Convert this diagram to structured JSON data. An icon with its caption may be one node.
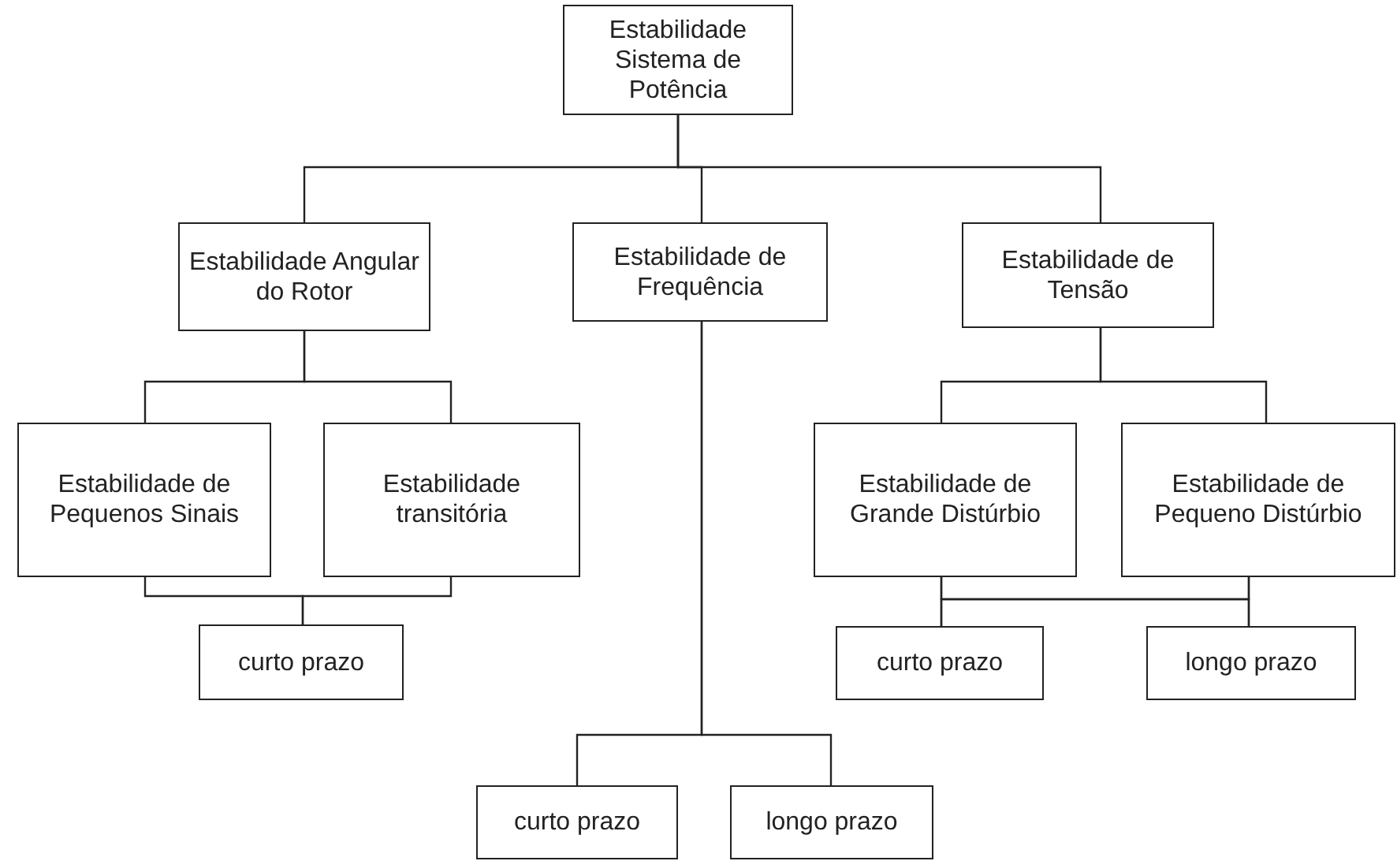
{
  "diagram": {
    "nodes": [
      {
        "text": [
          "Estabilidade Sistema de Potência"
        ]
      },
      {
        "text": [
          "Estabilidade Angular do Rotor"
        ]
      },
      {
        "text": [
          "Estabilidade de Frequência"
        ]
      },
      {
        "text": [
          "Estabilidade de Tensão"
        ]
      },
      {
        "text": [
          "Estabilidade de Pequenos Sinais"
        ]
      },
      {
        "text": [
          "Estabilidade transitória"
        ]
      },
      {
        "text": [
          "curto prazo"
        ]
      },
      {
        "text": [
          "Estabilidade de Grande Distúrbio"
        ]
      },
      {
        "text": [
          "Estabilidade de Pequeno Distúrbio"
        ]
      },
      {
        "text": [
          "curto prazo"
        ]
      },
      {
        "text": [
          "longo prazo"
        ]
      },
      {
        "text": [
          "curto prazo"
        ]
      },
      {
        "text": [
          "longo prazo"
        ]
      }
    ],
    "edges": [
      {
        "from": 0,
        "to": 1,
        "arrow": "none"
      },
      {
        "from": 0,
        "to": 2,
        "arrow": "none"
      },
      {
        "from": 0,
        "to": 3,
        "arrow": "none"
      },
      {
        "from": 1,
        "to": 4,
        "arrow": "none"
      },
      {
        "from": 1,
        "to": 5,
        "arrow": "none"
      },
      {
        "from": 4,
        "to": 6,
        "arrow": "none"
      },
      {
        "from": 5,
        "to": 6,
        "arrow": "none"
      },
      {
        "from": 3,
        "to": 7,
        "arrow": "none"
      },
      {
        "from": 3,
        "to": 8,
        "arrow": "none"
      },
      {
        "from": 7,
        "to": 9,
        "arrow": "none"
      },
      {
        "from": 7,
        "to": 10,
        "arrow": "none"
      },
      {
        "from": 8,
        "to": 9,
        "arrow": "none"
      },
      {
        "from": 8,
        "to": 10,
        "arrow": "none"
      },
      {
        "from": 2,
        "to": 11,
        "arrow": "none"
      },
      {
        "from": 2,
        "to": 12,
        "arrow": "none"
      }
    ]
  }
}
